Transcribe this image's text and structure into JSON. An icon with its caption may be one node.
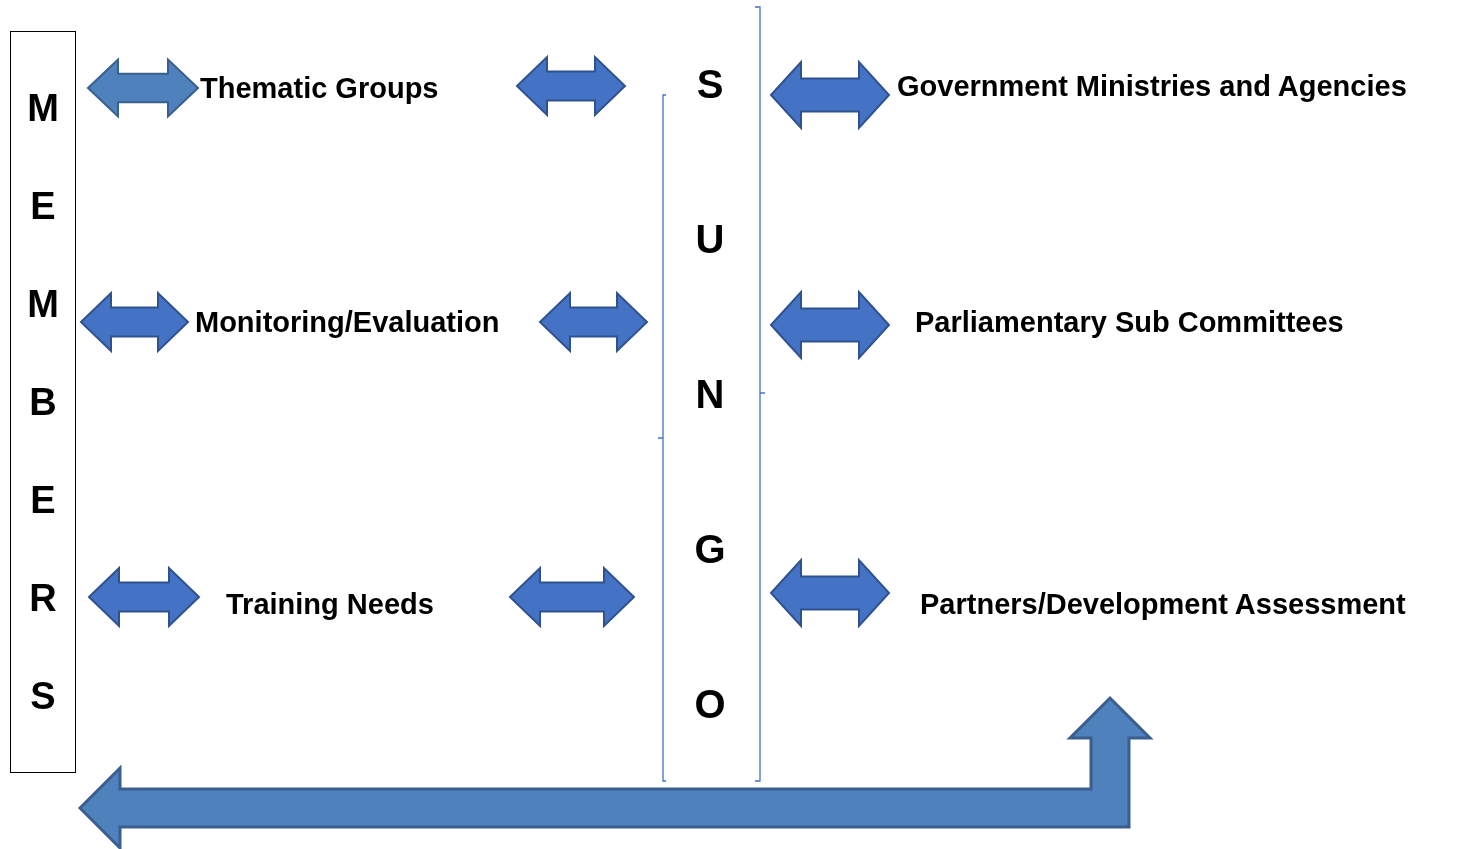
{
  "diagram": {
    "nodes": [
      {
        "text": [
          "MEMBERS"
        ]
      },
      {
        "text": [
          "Thematic Groups"
        ]
      },
      {
        "text": [
          "Monitoring/Evaluation"
        ]
      },
      {
        "text": [
          "Training Needs"
        ]
      },
      {
        "text": [
          "SUNGO"
        ]
      },
      {
        "text": [
          "Government Ministries and Agencies"
        ]
      },
      {
        "text": [
          "Parliamentary Sub Committees"
        ]
      },
      {
        "text": [
          "Partners/Development Assessment"
        ]
      }
    ],
    "edges": [
      {
        "from": 0,
        "to": 1,
        "arrow": "both",
        "color": "#4f81bd"
      },
      {
        "from": 1,
        "to": 4,
        "arrow": "both"
      },
      {
        "from": 0,
        "to": 2,
        "arrow": "both"
      },
      {
        "from": 2,
        "to": 4,
        "arrow": "both"
      },
      {
        "from": 0,
        "to": 3,
        "arrow": "both"
      },
      {
        "from": 3,
        "to": 4,
        "arrow": "both"
      },
      {
        "from": 4,
        "to": 5,
        "arrow": "both"
      },
      {
        "from": 4,
        "to": 6,
        "arrow": "both"
      },
      {
        "from": 4,
        "to": 7,
        "arrow": "both"
      },
      {
        "from": 0,
        "to": 7,
        "arrow": "both",
        "style": "thick",
        "color": "#4f81bd"
      }
    ]
  }
}
